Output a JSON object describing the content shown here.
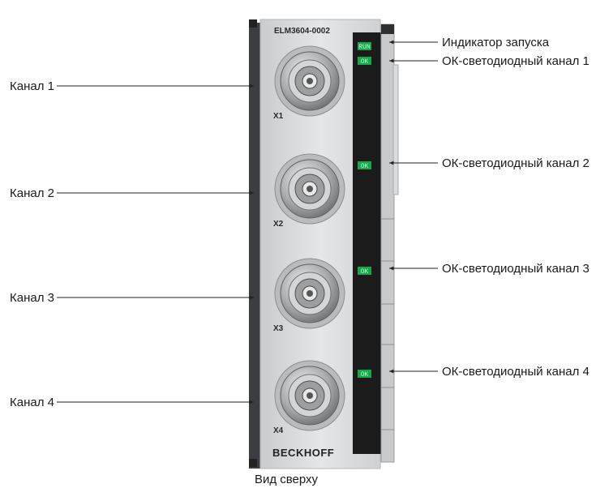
{
  "module": {
    "model": "ELM3604-0002",
    "brand": "BECKHOFF",
    "view_caption": "Вид сверху"
  },
  "connectors": [
    {
      "label": "X1"
    },
    {
      "label": "X2"
    },
    {
      "label": "X3"
    },
    {
      "label": "X4"
    }
  ],
  "leds": [
    {
      "text": "RUN"
    },
    {
      "text": "OK"
    },
    {
      "text": "OK"
    },
    {
      "text": "OK"
    },
    {
      "text": "OK"
    }
  ],
  "left_labels": [
    "Канал 1",
    "Канал 2",
    "Канал 3",
    "Канал 4"
  ],
  "right_labels": [
    "Индикатор запуска",
    "ОК-светодиодный канал 1",
    "ОК-светодиодный канал 2",
    "ОК-светодиодный канал 3",
    "ОК-светодиодный канал 4"
  ],
  "colors": {
    "housing": "#dcdee0",
    "panel": "#1b1b1b",
    "led_green": "#16a84a",
    "line": "#222222"
  }
}
